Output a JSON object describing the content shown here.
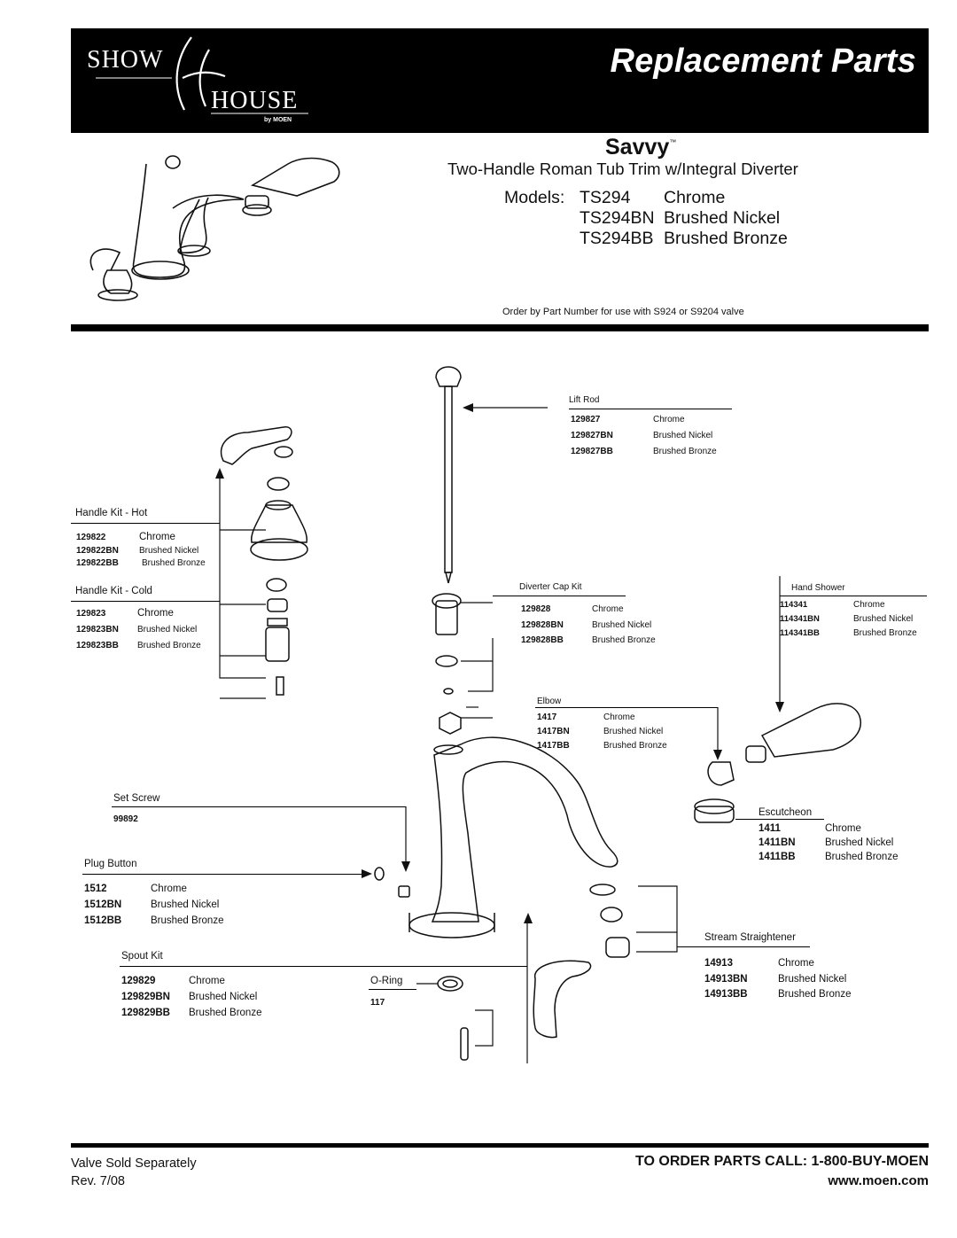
{
  "brand": {
    "logo_word1": "SHOW",
    "logo_word2": "HOUSE",
    "logo_by": "by MOEN"
  },
  "header": {
    "title": "Replacement Parts"
  },
  "product": {
    "name": "Savvy",
    "tm": "™",
    "subtitle": "Two-Handle Roman Tub Trim w/Integral Diverter",
    "models_label": "Models:",
    "models": [
      {
        "number": "TS294",
        "finish": "Chrome"
      },
      {
        "number": "TS294BN",
        "finish": "Brushed Nickel"
      },
      {
        "number": "TS294BB",
        "finish": "Brushed Bronze"
      }
    ],
    "order_note": "Order by Part Number for use with S924 or S9204 valve"
  },
  "parts": {
    "lift_rod": {
      "label": "Lift Rod",
      "items": [
        {
          "pn": "129827",
          "finish": "Chrome"
        },
        {
          "pn": "129827BN",
          "finish": "Brushed Nickel"
        },
        {
          "pn": "129827BB",
          "finish": "Brushed Bronze"
        }
      ]
    },
    "handle_hot": {
      "label": "Handle Kit - Hot",
      "items": [
        {
          "pn": "129822",
          "finish": "Chrome"
        },
        {
          "pn": "129822BN",
          "finish": "Brushed Nickel"
        },
        {
          "pn": "129822BB",
          "finish": "Brushed Bronze"
        }
      ]
    },
    "handle_cold": {
      "label": "Handle Kit - Cold",
      "items": [
        {
          "pn": "129823",
          "finish": "Chrome"
        },
        {
          "pn": "129823BN",
          "finish": "Brushed Nickel"
        },
        {
          "pn": "129823BB",
          "finish": "Brushed Bronze"
        }
      ]
    },
    "diverter_cap": {
      "label": "Diverter Cap Kit",
      "items": [
        {
          "pn": "129828",
          "finish": "Chrome"
        },
        {
          "pn": "129828BN",
          "finish": "Brushed Nickel"
        },
        {
          "pn": "129828BB",
          "finish": "Brushed Bronze"
        }
      ]
    },
    "hand_shower": {
      "label": "Hand Shower",
      "items": [
        {
          "pn": "114341",
          "finish": "Chrome"
        },
        {
          "pn": "114341BN",
          "finish": "Brushed Nickel"
        },
        {
          "pn": "114341BB",
          "finish": "Brushed Bronze"
        }
      ]
    },
    "elbow": {
      "label": "Elbow",
      "items": [
        {
          "pn": "1417",
          "finish": "Chrome"
        },
        {
          "pn": "1417BN",
          "finish": "Brushed Nickel"
        },
        {
          "pn": "1417BB",
          "finish": "Brushed Bronze"
        }
      ]
    },
    "set_screw": {
      "label": "Set Screw",
      "items": [
        {
          "pn": "99892"
        }
      ]
    },
    "escutcheon": {
      "label": "Escutcheon",
      "items": [
        {
          "pn": "1411",
          "finish": "Chrome"
        },
        {
          "pn": "1411BN",
          "finish": "Brushed Nickel"
        },
        {
          "pn": "1411BB",
          "finish": "Brushed Bronze"
        }
      ]
    },
    "plug_button": {
      "label": "Plug Button",
      "items": [
        {
          "pn": "1512",
          "finish": "Chrome"
        },
        {
          "pn": "1512BN",
          "finish": "Brushed Nickel"
        },
        {
          "pn": "1512BB",
          "finish": "Brushed Bronze"
        }
      ]
    },
    "stream_straightener": {
      "label": "Stream Straightener",
      "items": [
        {
          "pn": "14913",
          "finish": "Chrome"
        },
        {
          "pn": "14913BN",
          "finish": "Brushed Nickel"
        },
        {
          "pn": "14913BB",
          "finish": "Brushed Bronze"
        }
      ]
    },
    "spout_kit": {
      "label": "Spout Kit",
      "items": [
        {
          "pn": "129829",
          "finish": "Chrome"
        },
        {
          "pn": "129829BN",
          "finish": "Brushed Nickel"
        },
        {
          "pn": "129829BB",
          "finish": "Brushed Bronze"
        }
      ]
    },
    "o_ring": {
      "label": "O-Ring",
      "items": [
        {
          "pn": "117"
        }
      ]
    }
  },
  "footer": {
    "valve_note": "Valve Sold Separately",
    "revision": "Rev.  7/08",
    "order_call": "TO ORDER PARTS CALL:  1-800-BUY-MOEN",
    "website": "www.moen.com"
  }
}
